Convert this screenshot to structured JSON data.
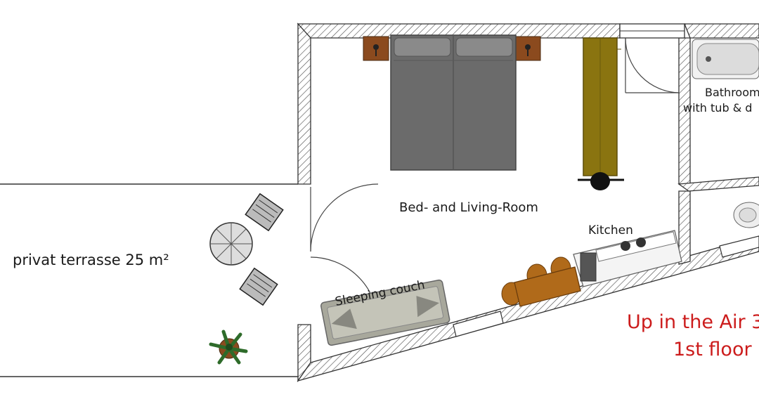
{
  "labels": {
    "room": "Bed- and Living-Room",
    "kitchen": "Kitchen",
    "bathroom_line1": "Bathroom",
    "bathroom_line2": "with tub & d",
    "terrace": "privat terrasse 25 m²",
    "couch": "Sleeping couch",
    "title_line1": "Up in the Air 3",
    "title_line2": "1st floor"
  },
  "colors": {
    "wall_hatch": "#555555",
    "bed": "#6b6b6b",
    "nightstand": "#8b4a1e",
    "wardrobe": "#8a7410",
    "couch": "#a8a89c",
    "table": "#b06a1a",
    "plant": "#2e6b2a",
    "title_text": "#cc1c1c"
  }
}
